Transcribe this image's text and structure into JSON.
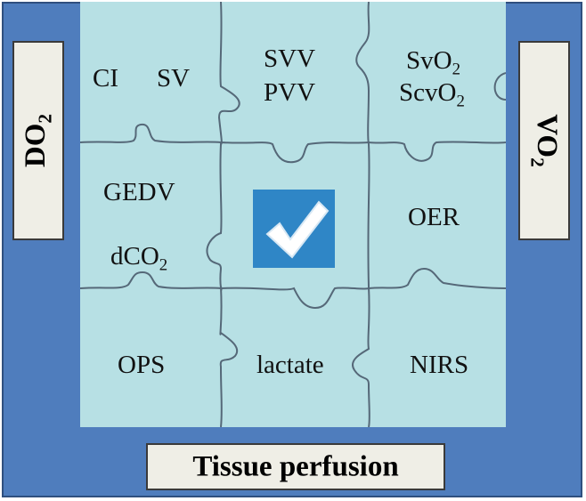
{
  "left_label": {
    "main": "DO",
    "sub": "2"
  },
  "right_label": {
    "main": "VO",
    "sub": "2"
  },
  "bottom_label": "Tissue perfusion",
  "pieces": {
    "ci": "CI",
    "sv": "SV",
    "svv": "SVV",
    "pvv": "PVV",
    "svo2": {
      "main": "SvO",
      "sub": "2"
    },
    "scvo2": {
      "main": "ScvO",
      "sub": "2"
    },
    "gedv": "GEDV",
    "dco2": {
      "main": "dCO",
      "sub": "2"
    },
    "oer": "OER",
    "ops": "OPS",
    "lactate": "lactate",
    "nirs": "NIRS"
  },
  "center_icon": "checkmark-icon",
  "colors": {
    "frame": "#4f7dbd",
    "puzzle": "#b7e0e4",
    "label_box": "#efeee6",
    "check_bg": "#2f86c6"
  }
}
